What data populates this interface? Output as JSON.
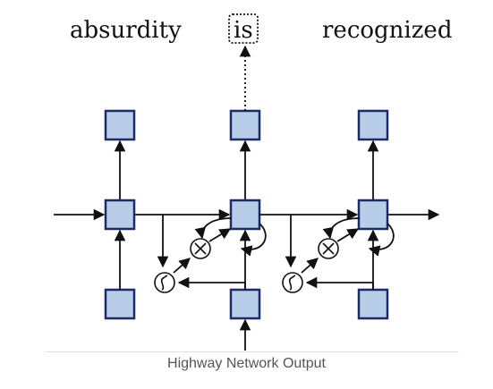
{
  "words": {
    "left": "absurdity",
    "middle": "is",
    "right": "recognized"
  },
  "caption": "Highway Network Output",
  "colors": {
    "node_fill": "#b8cde8",
    "node_stroke": "#1c2b66",
    "line": "#111111"
  },
  "icons": {
    "multiply_gate": "circled-times",
    "sigmoid_gate": "circled-s-curve"
  }
}
